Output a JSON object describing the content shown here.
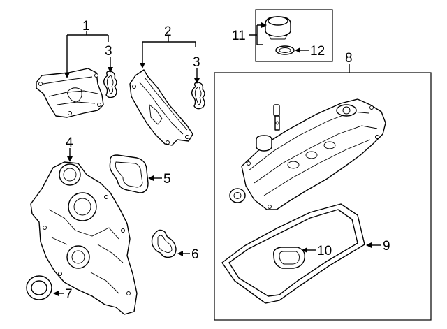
{
  "diagram": {
    "callouts": [
      {
        "id": "c1",
        "text": "1"
      },
      {
        "id": "c2",
        "text": "2"
      },
      {
        "id": "c3a",
        "text": "3"
      },
      {
        "id": "c3b",
        "text": "3"
      },
      {
        "id": "c4",
        "text": "4"
      },
      {
        "id": "c5",
        "text": "5"
      },
      {
        "id": "c6",
        "text": "6"
      },
      {
        "id": "c7",
        "text": "7"
      },
      {
        "id": "c8",
        "text": "8"
      },
      {
        "id": "c9",
        "text": "9"
      },
      {
        "id": "c10",
        "text": "10"
      },
      {
        "id": "c11",
        "text": "11"
      },
      {
        "id": "c12",
        "text": "12"
      }
    ]
  }
}
